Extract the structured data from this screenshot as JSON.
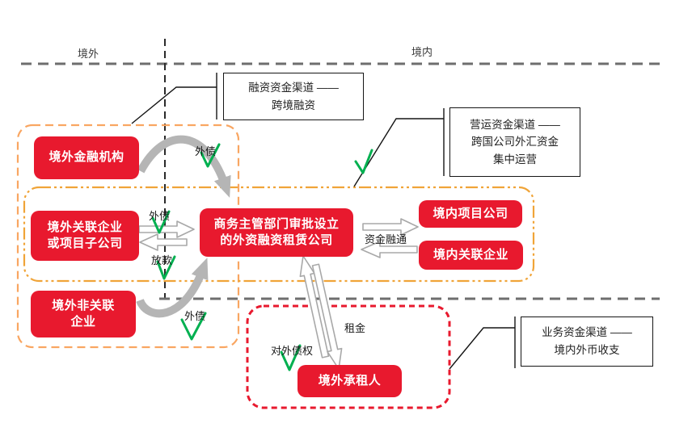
{
  "diagram": {
    "regions": {
      "overseas": "境外",
      "domestic": "境内"
    },
    "callouts": {
      "financing": {
        "line1": "融资资金渠道 ——",
        "line2": "跨境融资"
      },
      "operating": {
        "line1": "营运资金渠道 ——",
        "line2": "跨国公司外汇资金",
        "line3": "集中运营"
      },
      "business": {
        "line1": "业务资金渠道 ——",
        "line2": "境内外币收支"
      }
    },
    "nodes": {
      "overseas_financial_institution": "境外金融机构",
      "overseas_affiliated": {
        "line1": "境外关联企业",
        "line2": "或项目子公司"
      },
      "overseas_non_affiliated": {
        "line1": "境外非关联",
        "line2": "企业"
      },
      "leasing_company": {
        "line1": "商务主管部门审批设立",
        "line2": "的外资融资租赁公司"
      },
      "domestic_project_company": "境内项目公司",
      "domestic_affiliated": "境内关联企业",
      "overseas_lessee": "境外承租人"
    },
    "flow_labels": {
      "external_debt_top": "外债",
      "external_debt_mid": "外债",
      "lending": "放款",
      "external_debt_bottom": "外债",
      "fund_financing": "资金融通",
      "rent": "租金",
      "external_claims": "对外债权"
    },
    "colors": {
      "node_red": "#e8192e",
      "group_orange_outer": "#f9a662",
      "group_orange_inner": "#f0a438",
      "group_red_dashed": "#e8192e",
      "boundary_gray": "#6e6e6e",
      "divider_black": "#2a2a2a",
      "check_green": "#00b050",
      "arrow_gray": "#b5b5b5",
      "hollow_arrow_stroke": "#a8a8a8"
    }
  }
}
